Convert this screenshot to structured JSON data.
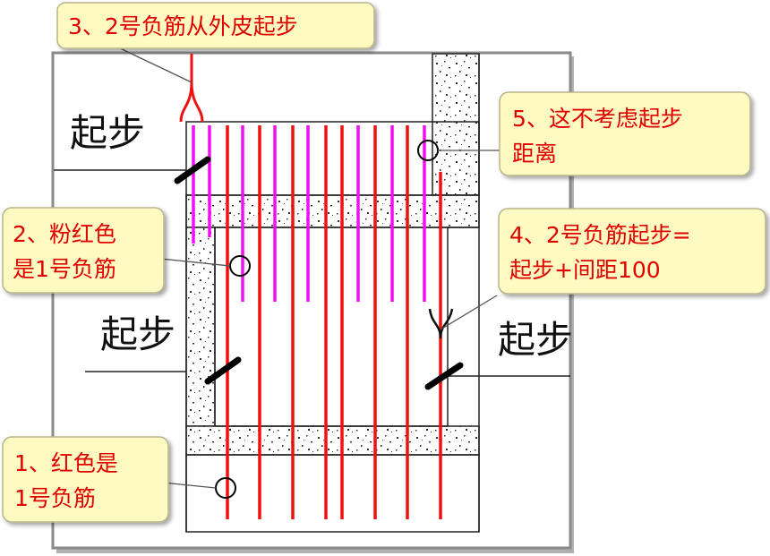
{
  "diagram": {
    "colors": {
      "red_bar": "#ee1111",
      "pink_bar": "#ee11ee",
      "callout_fill": "#fffac2",
      "callout_stroke": "#b8b48a",
      "callout_text": "#e00000",
      "frame": "#8a8a8a",
      "line": "#222222",
      "concrete_dot": "#333333"
    },
    "labels": {
      "start_left_top": "起步",
      "start_left_mid": "起步",
      "start_right": "起步"
    },
    "callouts": {
      "c3": {
        "line1": "3、2号负筋从外皮起步"
      },
      "c5": {
        "line1": "5、这不考虑起步",
        "line2": "距离"
      },
      "c2": {
        "line1": "2、粉红色",
        "line2": "是1号负筋"
      },
      "c4": {
        "line1": "4、2号负筋起步=",
        "line2": "起步+间距100"
      },
      "c1": {
        "line1": "1、红色是",
        "line2": "1号负筋"
      }
    }
  }
}
